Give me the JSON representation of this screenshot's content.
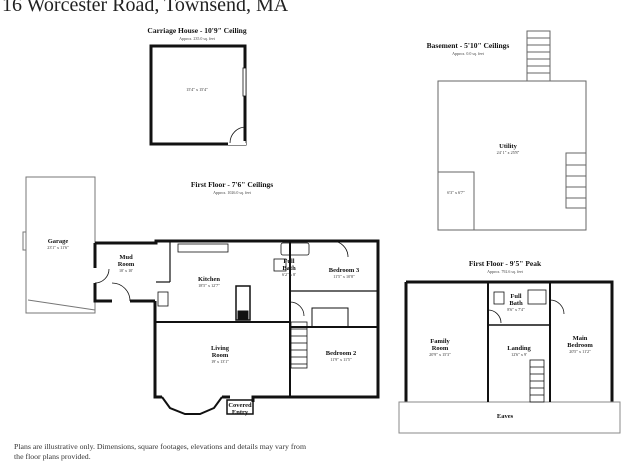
{
  "header": {
    "title": "16 Worcester Road, Townsend, MA"
  },
  "carriage_house": {
    "heading": "Carriage House - 10'9\" Ceiling",
    "area": "Approx. 235.0 sq. feet",
    "room_dim": "15'4\" x 15'4\""
  },
  "basement": {
    "heading": "Basement - 5'10\" Ceilings",
    "area": "Approx. 0.0 sq. feet",
    "utility_name": "Utility",
    "utility_dim": "24' 1\" x 25'8\"",
    "small_dim": "6'3\" x 6'7\""
  },
  "first_floor": {
    "heading": "First Floor - 7'6\" Ceilings",
    "area": "Approx. 1026.0 sq. feet",
    "rooms": [
      {
        "name": "Garage",
        "dim": "23'1\" x 11'6\""
      },
      {
        "name": "Mud Room",
        "dim": "10' x 10'"
      },
      {
        "name": "Kitchen",
        "dim": "18'5\" x 12'7\""
      },
      {
        "name": "Full Bath",
        "dim": "6'2\" x 8'"
      },
      {
        "name": "Bedroom 3",
        "dim": "11'5\" x 10'8\""
      },
      {
        "name": "Living Room",
        "dim": "19' x 13'1\""
      },
      {
        "name": "Bedroom 2",
        "dim": "11'9\" x 11'5\""
      },
      {
        "name": "Covered Entry",
        "dim": ""
      }
    ]
  },
  "first_floor_peak": {
    "heading": "First Floor - 9'5\" Peak",
    "area": "Approx. 792.6 sq. feet",
    "rooms": [
      {
        "name": "Family Room",
        "dim": "20'9\" x 15'3\""
      },
      {
        "name": "Full Bath",
        "dim": "8'6\" x 7'4\""
      },
      {
        "name": "Landing",
        "dim": "12'6\" x 9'"
      },
      {
        "name": "Main Bedroom",
        "dim": "20'5\" x 11'2\""
      },
      {
        "name": "Eaves",
        "dim": ""
      }
    ]
  },
  "disclaimer": "Plans are illustrative only. Dimensions, square footages, elevations and details may vary from the floor plans provided."
}
